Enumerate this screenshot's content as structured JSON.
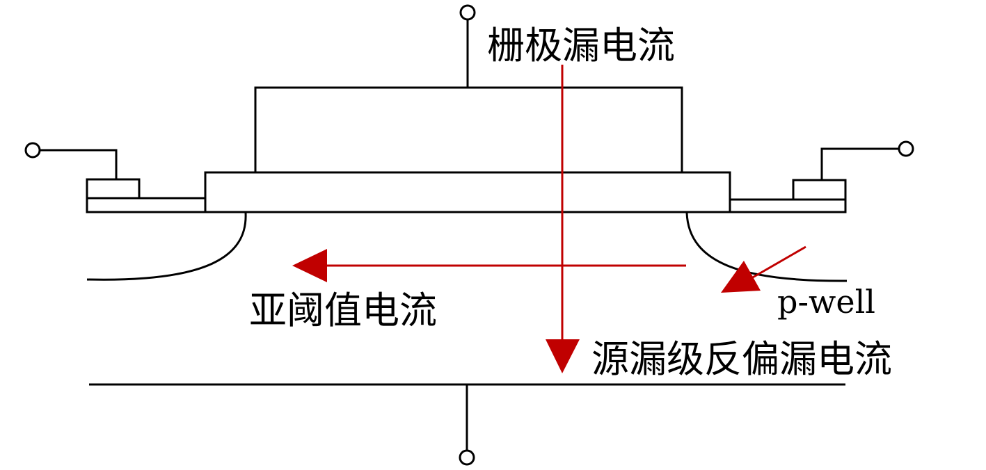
{
  "labels": {
    "gate_leakage": "栅极漏电流",
    "subthreshold": "亚阈值电流",
    "junction_leakage": "源漏级反偏漏电流",
    "pwell": "p-well"
  },
  "colors": {
    "line": "#000000",
    "arrow": "#c00000",
    "background": "#ffffff"
  }
}
